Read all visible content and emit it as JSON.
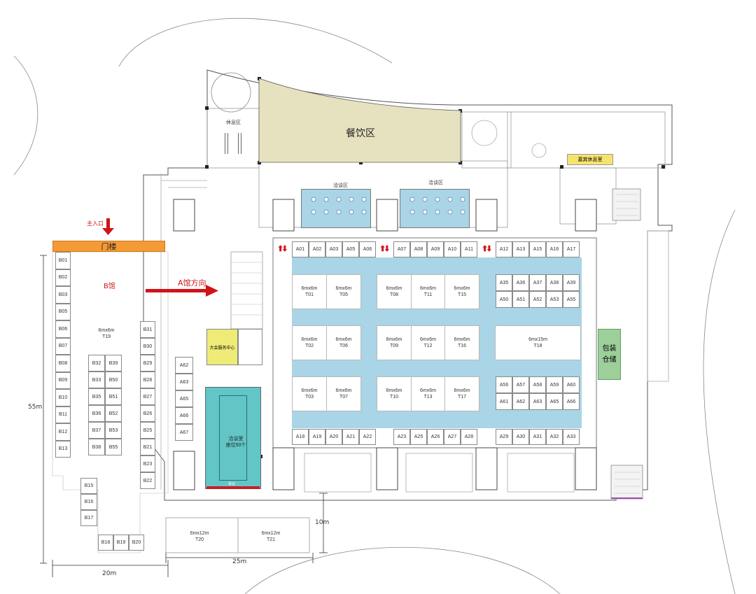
{
  "labels": {
    "catering": "餐饮区",
    "rest_area": "休息区",
    "vip_lounge": "嘉宾休息室",
    "negotiation_1": "洽谈区",
    "negotiation_2": "洽谈区",
    "service_center": "大会服务中心",
    "meeting_room": "洽谈室\n座位50个",
    "packaging_1": "包装",
    "packaging_2": "仓储",
    "main_entrance": "主入口",
    "gate_building": "门楼",
    "hall_b": "B馆",
    "to_hall_a": "A馆方向",
    "dim_55m": "55m",
    "dim_20m": "20m",
    "dim_25m": "25m",
    "dim_10m": "10m",
    "stage": "讲台"
  },
  "colors": {
    "catering": "#e6e2c0",
    "aisle": "#a9d5e6",
    "service_center": "#eeeb77",
    "meeting_room": "#62c5c6",
    "packaging": "#9ccf9a",
    "gate": "#f59a34",
    "arrow": "#d0141a",
    "vip": "#f5e36e"
  },
  "stalls_top_left": [
    "A01",
    "A02",
    "A03",
    "A05",
    "A06"
  ],
  "stalls_top_mid": [
    "A07",
    "A08",
    "A09",
    "A10",
    "A11"
  ],
  "stalls_top_right": [
    "A12",
    "A13",
    "A15",
    "A16",
    "A17"
  ],
  "stalls_bottom_left": [
    "A18",
    "A19",
    "A20",
    "A21",
    "A22"
  ],
  "stalls_bottom_mid": [
    "A23",
    "A25",
    "A26",
    "A27",
    "A28"
  ],
  "stalls_bottom_right": [
    "A29",
    "A30",
    "A31",
    "A32",
    "A33"
  ],
  "stalls_right_row1": [
    "A35",
    "A36",
    "A37",
    "A38",
    "A39"
  ],
  "stalls_right_row2": [
    "A50",
    "A51",
    "A52",
    "A53",
    "A55"
  ],
  "stalls_right_row3": [
    "A56",
    "A57",
    "A58",
    "A59",
    "A60"
  ],
  "stalls_right_row4": [
    "A61",
    "A62",
    "A63",
    "A65",
    "A66"
  ],
  "stalls_side_a": [
    "A62",
    "A63",
    "A65",
    "A66",
    "A67"
  ],
  "booths": {
    "t01": {
      "size": "6mx6m",
      "id": "T01"
    },
    "t05": {
      "size": "6mx6m",
      "id": "T05"
    },
    "t08": {
      "size": "6mx6m",
      "id": "T08"
    },
    "t11": {
      "size": "6mx6m",
      "id": "T11"
    },
    "t15": {
      "size": "6mx6m",
      "id": "T15"
    },
    "t02": {
      "size": "6mx6m",
      "id": "T02"
    },
    "t06": {
      "size": "6mx6m",
      "id": "T06"
    },
    "t09": {
      "size": "6mx6m",
      "id": "T09"
    },
    "t12": {
      "size": "6mx6m",
      "id": "T12"
    },
    "t16": {
      "size": "6mx6m",
      "id": "T16"
    },
    "t18": {
      "size": "6mx15m",
      "id": "T18"
    },
    "t03": {
      "size": "6mx6m",
      "id": "T03"
    },
    "t07": {
      "size": "6mx6m",
      "id": "T07"
    },
    "t10": {
      "size": "6mx6m",
      "id": "T10"
    },
    "t13": {
      "size": "6mx6m",
      "id": "T13"
    },
    "t17": {
      "size": "6mx6m",
      "id": "T17"
    },
    "t19": {
      "size": "6mx6m",
      "id": "T19"
    },
    "t20": {
      "size": "6mx12m",
      "id": "T20"
    },
    "t21": {
      "size": "6mx12m",
      "id": "T21"
    }
  },
  "b_left": [
    "B01",
    "B02",
    "B03",
    "B05",
    "B06",
    "B07",
    "B08",
    "B09",
    "B10",
    "B11",
    "B12",
    "B13"
  ],
  "b_mid1": [
    "B32",
    "B33",
    "B35",
    "B36",
    "B37",
    "B38"
  ],
  "b_mid2": [
    "B39",
    "B50",
    "B51",
    "B52",
    "B53",
    "B55"
  ],
  "b_right": [
    "B31",
    "B30",
    "B29",
    "B28",
    "B27",
    "B26",
    "B25",
    "B21",
    "B23",
    "B22"
  ],
  "b_lower": [
    "B15",
    "B16",
    "B17"
  ],
  "b_bottom": [
    "B18",
    "B19",
    "B20"
  ]
}
